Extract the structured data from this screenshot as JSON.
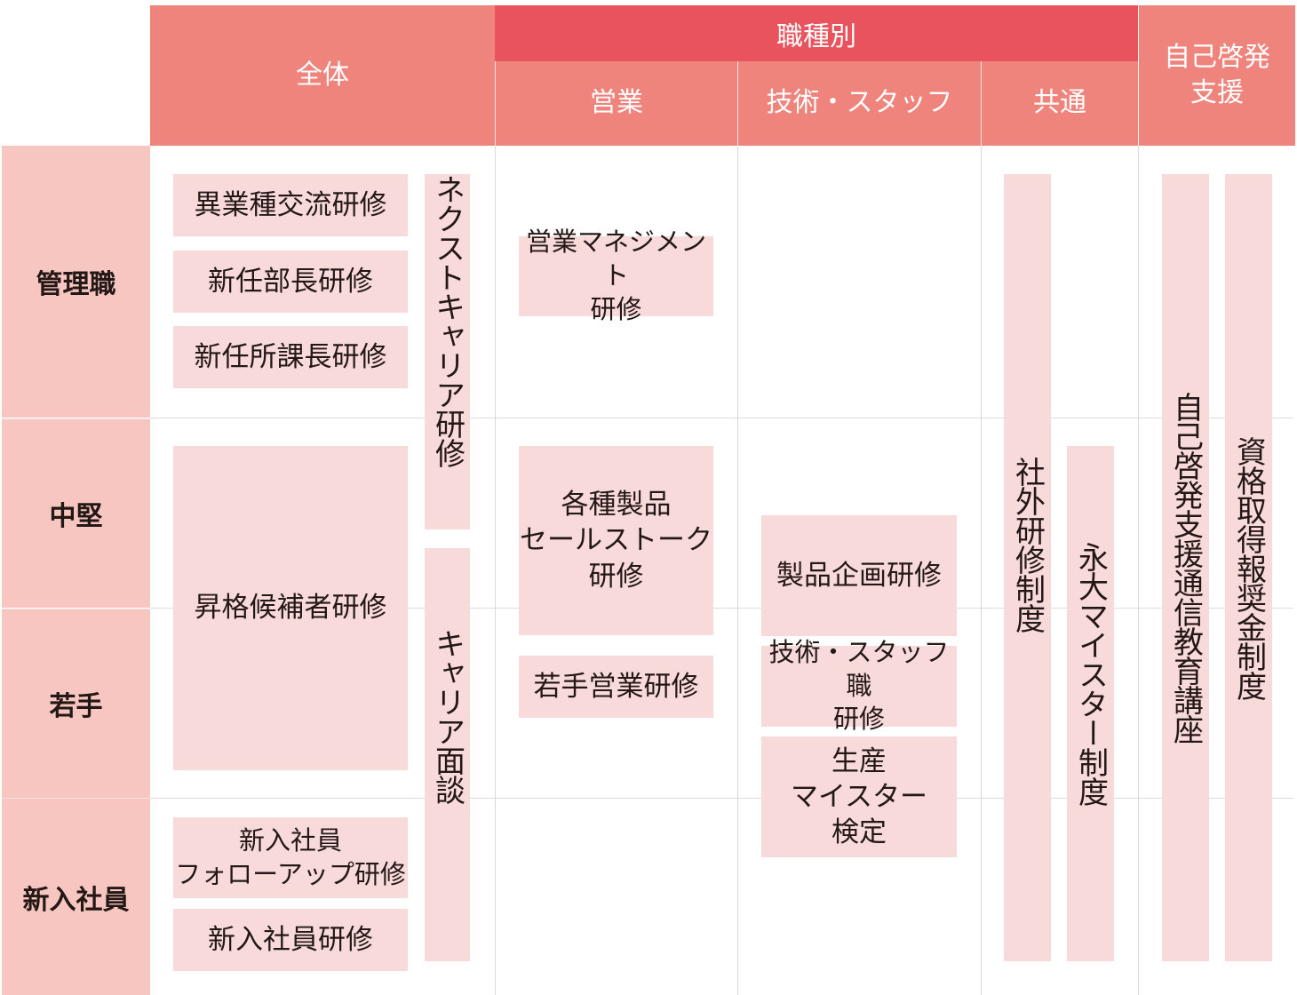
{
  "header": {
    "overall": "全体",
    "by_job_type": "職種別",
    "sales": "営業",
    "tech_staff": "技術・スタッフ",
    "common": "共通",
    "self_dev": "自己啓発\n支援"
  },
  "rows": {
    "management": "管理職",
    "mid_level": "中堅",
    "young": "若手",
    "new_employee": "新入社員"
  },
  "overall_programs": {
    "cross_industry": "異業種交流研修",
    "new_dept_manager": "新任部長研修",
    "new_section_manager": "新任所課長研修",
    "promotion_candidate": "昇格候補者研修",
    "new_employee_followup": "新入社員\nフォローアップ研修",
    "new_employee_training": "新入社員研修",
    "next_career": "ネクストキャリア研修",
    "career_interview": "キャリア面談"
  },
  "sales_programs": {
    "sales_management": "営業マネジメント\n研修",
    "product_sales_talk": "各種製品\nセールストーク\n研修",
    "young_sales": "若手営業研修"
  },
  "tech_programs": {
    "product_planning": "製品企画研修",
    "tech_staff_training": "技術・スタッフ職\n研修",
    "production_meister": "生産\nマイスター\n検定"
  },
  "common_programs": {
    "external_training": "社外研修制度",
    "eidai_meister": "永大マイスター制度"
  },
  "self_dev_programs": {
    "correspondence": "自己啓発支援通信教育講座",
    "qualification_reward": "資格取得報奨金制度"
  },
  "colors": {
    "header_main": "#ef847c",
    "header_top": "#e8535e",
    "row_label": "#f7c6c0",
    "program_box": "#f9dada"
  }
}
